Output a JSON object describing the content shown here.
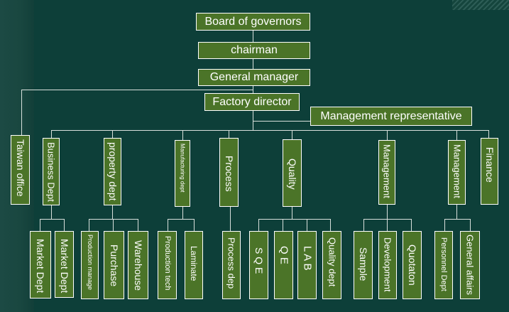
{
  "board": "Board of governors",
  "chairman": "chairman",
  "general_manager": "General manager",
  "factory_director": "Factory director",
  "management_representative": "Management representative",
  "departments": [
    "Taiwan office",
    "Business Dept",
    "property  dept",
    "Manufacturing dept",
    "Process",
    "Quality",
    "Management",
    "Management",
    "Finance"
  ],
  "sections": [
    "Market Dept",
    "Market Dept",
    "Production manage",
    "Purchase",
    "Warehouse",
    "Production tech",
    "Laminate",
    "Process dep",
    "S Q E",
    "Q E",
    "L A B",
    "Quality dept",
    "Sample",
    "Development",
    "Quotaton",
    "Personnel Dept",
    "General affairs"
  ]
}
